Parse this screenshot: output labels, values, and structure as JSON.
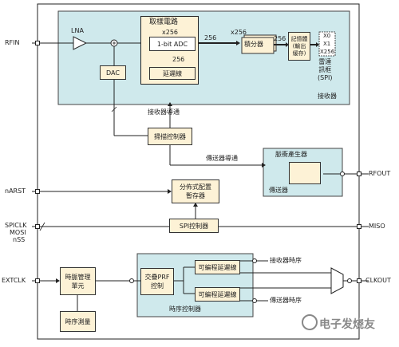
{
  "pins": {
    "rfin": "RFIN",
    "narst": "nARST",
    "spiclk": "SPICLK",
    "mosi": "MOSI",
    "nss": "nSS",
    "extclk": "EXTCLK",
    "rfout": "RFOUT",
    "miso": "MISO",
    "clkout": "CLKOUT"
  },
  "receiver": {
    "label": "接收器",
    "lna": "LNA",
    "dac": "DAC",
    "sampler_title": "取樣電路",
    "sampler_count": "x256",
    "adc": "1-bit ADC",
    "delay_line": "延遲線",
    "bus_256_a": "256",
    "bus_256_b": "256",
    "bus_256_c": "256",
    "integrator_count": "x256",
    "integrator": "積分器",
    "memory": "記憶體\n(輸出\n緩存)",
    "frame_x0": "X0",
    "frame_x1": "X1",
    "frame_x256": "X256",
    "radar_frame": "雷達\n訊框\n(SPI)"
  },
  "labels": {
    "rx_enable": "接收器導通",
    "tx_enable": "傳送器導通",
    "rx_timing": "接收器時序",
    "tx_timing": "傳送器時序",
    "timing_controller": "時序控制器"
  },
  "blocks": {
    "sweep_controller": "掃描控制器",
    "dist_config": "分佈式配置\n暫存器",
    "spi_controller": "SPI控制器",
    "pulse_gen": "脈衝產生器",
    "transmitter": "傳送器",
    "clock_mgmt": "時脈管理\n單元",
    "timing_measure": "時序測量",
    "prf_control": "交疊PRF\n控制",
    "prog_delay_1": "可編程延遲線",
    "prog_delay_2": "可編程延遲線"
  },
  "watermark": "电子发烧友",
  "colors": {
    "region": "#cfe9ec",
    "block": "#fdf2d6",
    "pulse": "#d2421e"
  }
}
